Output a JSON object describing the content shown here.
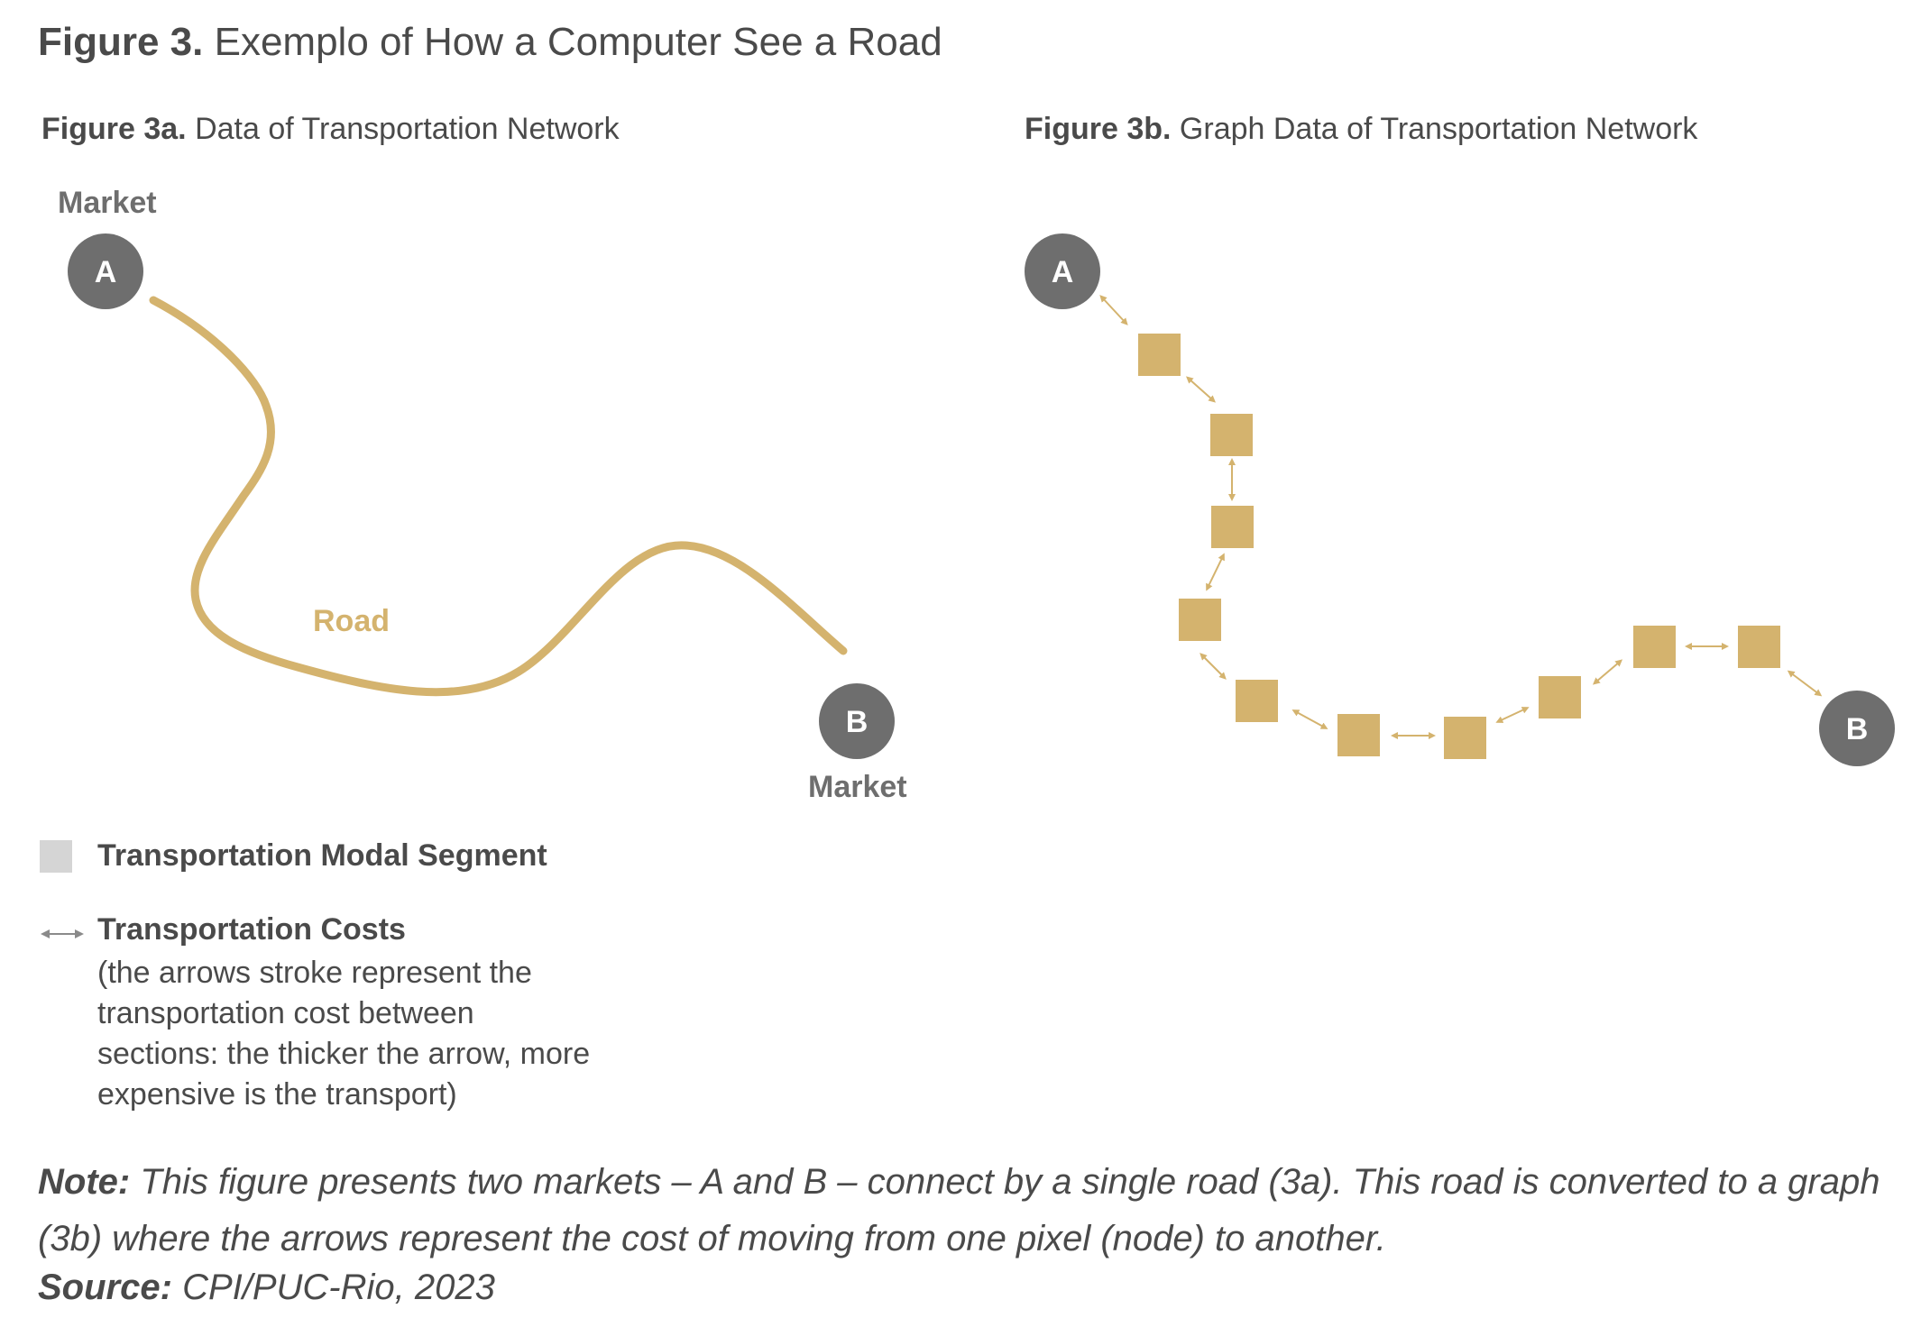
{
  "title": {
    "label": "Figure 3.",
    "text": "Exemplo of How a Computer See a Road"
  },
  "panel_a": {
    "label": "Figure 3a.",
    "text": "Data of Transportation Network",
    "node_a": "A",
    "node_b": "B",
    "market_a_label": "Market",
    "market_b_label": "Market",
    "road_label": "Road"
  },
  "panel_b": {
    "label": "Figure 3b.",
    "text": "Graph Data of Transportation Network",
    "node_a": "A",
    "node_b": "B"
  },
  "legend": {
    "segment_title": "Transportation Modal Segment",
    "costs_title": "Transportation Costs",
    "costs_description": "(the arrows stroke represent the transportation cost between sections: the thicker the arrow, more expensive is the transport)"
  },
  "note": {
    "label": "Note:",
    "text": "This figure presents two markets – A and B – connect by a single road (3a). This road is converted to a graph (3b) where the arrows represent the cost of moving from one pixel (node) to another."
  },
  "source": {
    "label": "Source:",
    "text": "CPI/PUC-Rio, 2023"
  },
  "colors": {
    "road": "#d4b36e",
    "node": "#6e6e6e",
    "segment_legend": "#d5d5d5",
    "arrow_legend": "#8a8a8a"
  }
}
